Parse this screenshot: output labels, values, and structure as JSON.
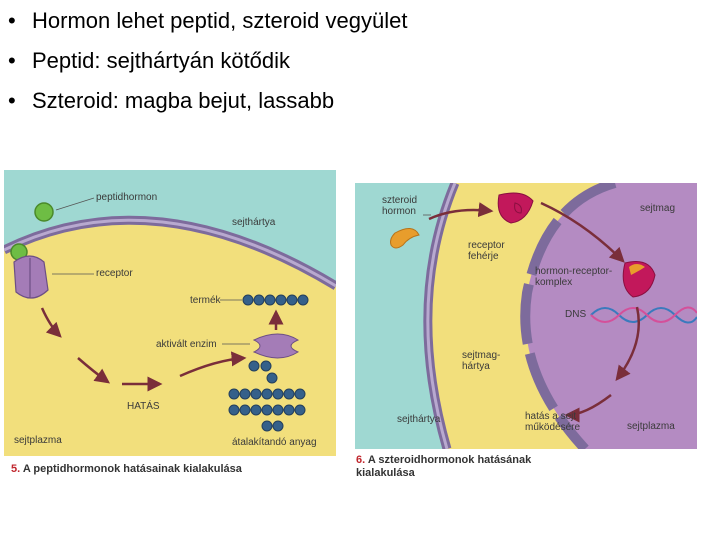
{
  "bullets": [
    "Hormon lehet peptid, szteroid vegyület",
    "Peptid: sejthártyán kötődik",
    "Szteroid: magba bejut, lassabb"
  ],
  "figure5": {
    "labels": {
      "peptidhormon": "peptidhormon",
      "sejthartya": "sejthártya",
      "receptor": "receptor",
      "termek": "termék",
      "aktivalt_enzim": "aktivált enzim",
      "hatas": "HATÁS",
      "sejtplazma": "sejtplazma",
      "atalakitando": "átalakítandó anyag"
    },
    "caption_number": "5.",
    "caption_text": "A peptidhormonok hatásainak kialakulása"
  },
  "figure6": {
    "labels": {
      "szteroid_hormon_1": "szteroid",
      "szteroid_hormon_2": "hormon",
      "sejtmag": "sejtmag",
      "receptor_feherje_1": "receptor",
      "receptor_feherje_2": "fehérje",
      "komplex_1": "hormon-receptor-",
      "komplex_2": "komplex",
      "dns": "DNS",
      "sejtmaghartya_1": "sejtmag-",
      "sejtmaghartya_2": "hártya",
      "sejthartya": "sejthártya",
      "hatas_1": "hatás a sejt",
      "hatas_2": "működésére",
      "sejtplazma": "sejtplazma"
    },
    "caption_number": "6.",
    "caption_line1": "A szteroidhormonok hatásának",
    "caption_line2": "kialakulása"
  },
  "colors": {
    "extracellular": "#9fd8d2",
    "cytoplasm": "#f2df7c",
    "nucleus": "#b48bc2",
    "membrane": "#7d6b9c",
    "hormon_green": "#6ebd44",
    "receptor_purple": "#a47cb7",
    "molecule_blue": "#35608a",
    "steroid_orange": "#e89d2c",
    "receptor_red": "#c2185b",
    "arrow": "#7a2e3a"
  }
}
